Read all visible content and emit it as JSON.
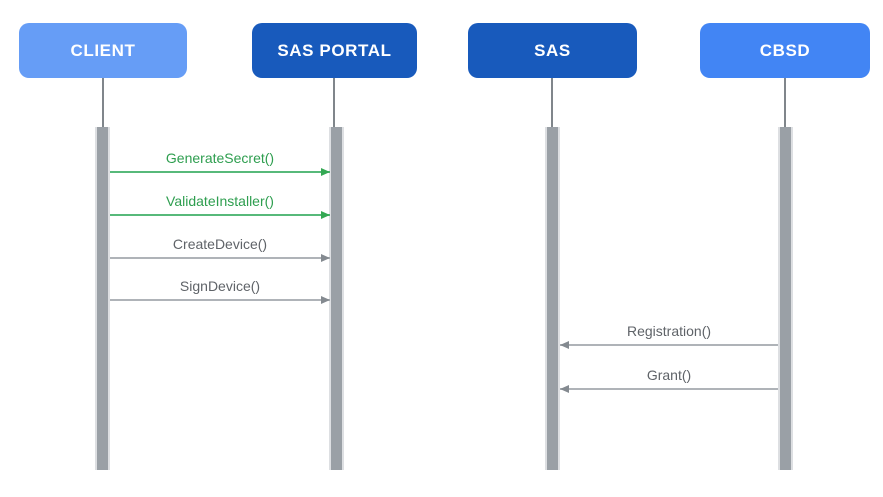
{
  "diagram": {
    "type": "sequence-diagram",
    "background_color": "#FFFFFF",
    "actors": [
      {
        "label": "CLIENT",
        "color": "#669DF6",
        "text_color": "#FFFFFF"
      },
      {
        "label": "SAS PORTAL",
        "color": "#185ABC",
        "text_color": "#FFFFFF"
      },
      {
        "label": "SAS",
        "color": "#185ABC",
        "text_color": "#FFFFFF"
      },
      {
        "label": "CBSD",
        "color": "#4285F4",
        "text_color": "#FFFFFF"
      }
    ],
    "messages": [
      {
        "label": "GenerateSecret()",
        "from": "CLIENT",
        "to": "SAS PORTAL",
        "direction": "right",
        "color": "#34A853"
      },
      {
        "label": "ValidateInstaller()",
        "from": "CLIENT",
        "to": "SAS PORTAL",
        "direction": "right",
        "color": "#34A853"
      },
      {
        "label": "CreateDevice()",
        "from": "CLIENT",
        "to": "SAS PORTAL",
        "direction": "right",
        "color": "#5F6368"
      },
      {
        "label": "SignDevice()",
        "from": "CLIENT",
        "to": "SAS PORTAL",
        "direction": "right",
        "color": "#5F6368"
      },
      {
        "label": "Registration()",
        "from": "CBSD",
        "to": "SAS",
        "direction": "left",
        "color": "#5F6368"
      },
      {
        "label": "Grant()",
        "from": "CBSD",
        "to": "SAS",
        "direction": "left",
        "color": "#5F6368"
      }
    ],
    "styles": {
      "lifeline_color": "#80868B",
      "activation_bar_color": "#9AA0A6",
      "activation_bar_border_color": "#DDDFE2"
    }
  }
}
